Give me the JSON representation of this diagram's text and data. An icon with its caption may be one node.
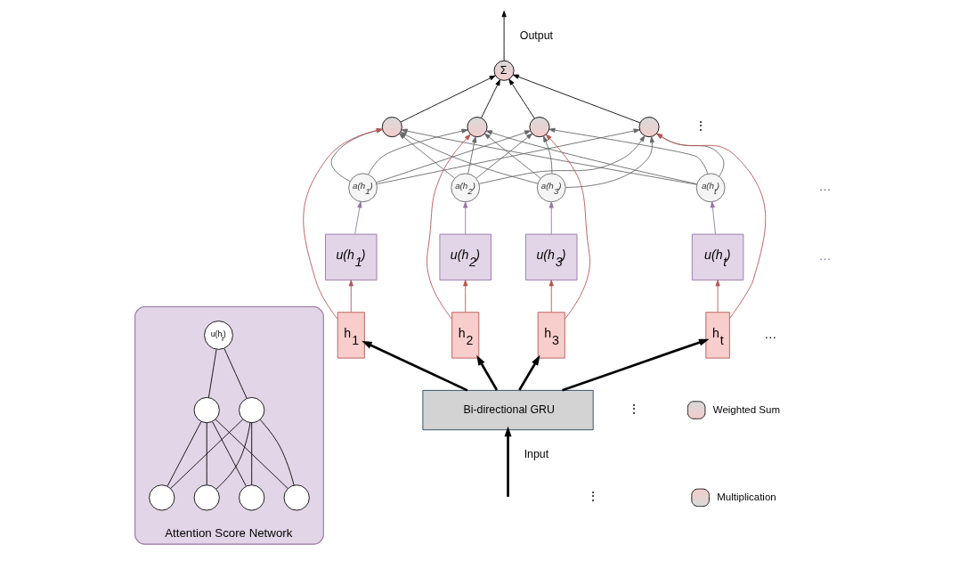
{
  "diagram": {
    "nodes": [
      {
        "text": [
          "Attention Score Network"
        ]
      },
      {
        "text": [],
        "shape": "circle",
        "in": 0
      },
      {
        "text": [],
        "shape": "circle",
        "in": 0
      },
      {
        "text": [],
        "shape": "circle",
        "in": 0
      },
      {
        "text": [],
        "shape": "circle",
        "in": 0
      },
      {
        "text": [],
        "shape": "circle",
        "in": 0
      },
      {
        "text": [],
        "shape": "circle",
        "in": 0
      },
      {
        "text": [
          "u(h$_{i}$)"
        ],
        "in": 0
      },
      {
        "text": [
          "a(h$_{1}$)"
        ]
      },
      {
        "text": [
          "a(h$_{2}$)"
        ]
      },
      {
        "text": [
          "a(h$_{3}$)"
        ]
      },
      {
        "text": [
          "a(h$_{t}$)"
        ]
      },
      {
        "text": [
          "u(h$_{1}$)"
        ]
      },
      {
        "text": [
          "u(h$_{2}$)"
        ]
      },
      {
        "text": [
          "u(h$_{3}$)"
        ]
      },
      {
        "text": [
          "u(h$_{t}$)"
        ]
      },
      {
        "text": [
          "h$_{1}$"
        ]
      },
      {
        "text": [
          "h$_{2}$"
        ]
      },
      {
        "text": [
          "h$_{3}$"
        ]
      },
      {
        "text": [
          "h$_{t}$"
        ]
      },
      {
        "text": [
          "Bi-directional GRU"
        ]
      },
      {
        "text": [],
        "shape": "circle"
      },
      {
        "text": [],
        "shape": "circle"
      },
      {
        "text": [],
        "shape": "circle"
      },
      {
        "text": [],
        "shape": "circle"
      },
      {
        "text": [
          "Σ"
        ]
      }
    ],
    "edges": [
      {
        "from": 1,
        "to": 5,
        "arrow": "none"
      },
      {
        "from": 1,
        "to": 6,
        "arrow": "none"
      },
      {
        "from": 2,
        "to": 5,
        "arrow": "none"
      },
      {
        "from": 2,
        "to": 6,
        "arrow": "none"
      },
      {
        "from": 3,
        "to": 5,
        "arrow": "none"
      },
      {
        "from": 3,
        "to": 6,
        "arrow": "none"
      },
      {
        "from": 4,
        "to": 5,
        "arrow": "none"
      },
      {
        "from": 4,
        "to": 6,
        "arrow": "none"
      },
      {
        "from": 5,
        "to": 7,
        "arrow": "none"
      },
      {
        "from": 6,
        "to": 7,
        "arrow": "none"
      },
      {
        "from": null,
        "to": 20,
        "arrow": "to",
        "label": "Input",
        "style": "thick"
      },
      {
        "from": 20,
        "to": 16,
        "arrow": "to",
        "style": "thick"
      },
      {
        "from": 20,
        "to": 17,
        "arrow": "to",
        "style": "thick"
      },
      {
        "from": 20,
        "to": 18,
        "arrow": "to",
        "style": "thick"
      },
      {
        "from": 20,
        "to": 19,
        "arrow": "to",
        "style": "thick"
      },
      {
        "from": 16,
        "to": 12,
        "arrow": "to",
        "color": "#b85450"
      },
      {
        "from": 16,
        "to": 21,
        "arrow": "to",
        "color": "#b85450"
      },
      {
        "from": 17,
        "to": 13,
        "arrow": "to",
        "color": "#b85450"
      },
      {
        "from": 17,
        "to": 22,
        "arrow": "to",
        "color": "#b85450"
      },
      {
        "from": 18,
        "to": 14,
        "arrow": "to",
        "color": "#b85450"
      },
      {
        "from": 18,
        "to": 23,
        "arrow": "to",
        "color": "#b85450"
      },
      {
        "from": 19,
        "to": 15,
        "arrow": "to",
        "color": "#b85450"
      },
      {
        "from": 19,
        "to": 24,
        "arrow": "to",
        "color": "#b85450"
      },
      {
        "from": 12,
        "to": 8,
        "arrow": "to",
        "color": "#9673a6"
      },
      {
        "from": 13,
        "to": 9,
        "arrow": "to",
        "color": "#9673a6"
      },
      {
        "from": 14,
        "to": 10,
        "arrow": "to",
        "color": "#9673a6"
      },
      {
        "from": 15,
        "to": 11,
        "arrow": "to",
        "color": "#9673a6"
      },
      {
        "from": 8,
        "to": 21,
        "arrow": "to",
        "color": "#666666"
      },
      {
        "from": 8,
        "to": 22,
        "arrow": "to",
        "color": "#666666"
      },
      {
        "from": 8,
        "to": 23,
        "arrow": "to",
        "color": "#666666"
      },
      {
        "from": 8,
        "to": 24,
        "arrow": "to",
        "color": "#666666"
      },
      {
        "from": 9,
        "to": 21,
        "arrow": "to",
        "color": "#666666"
      },
      {
        "from": 9,
        "to": 22,
        "arrow": "to",
        "color": "#666666"
      },
      {
        "from": 9,
        "to": 23,
        "arrow": "to",
        "color": "#666666"
      },
      {
        "from": 9,
        "to": 24,
        "arrow": "to",
        "color": "#666666"
      },
      {
        "from": 10,
        "to": 21,
        "arrow": "to",
        "color": "#666666"
      },
      {
        "from": 10,
        "to": 22,
        "arrow": "to",
        "color": "#666666"
      },
      {
        "from": 10,
        "to": 23,
        "arrow": "to",
        "color": "#666666"
      },
      {
        "from": 10,
        "to": 24,
        "arrow": "to",
        "color": "#666666"
      },
      {
        "from": 11,
        "to": 21,
        "arrow": "to",
        "color": "#666666"
      },
      {
        "from": 11,
        "to": 22,
        "arrow": "to",
        "color": "#666666"
      },
      {
        "from": 11,
        "to": 23,
        "arrow": "to",
        "color": "#666666"
      },
      {
        "from": 11,
        "to": 24,
        "arrow": "to",
        "color": "#666666"
      },
      {
        "from": 21,
        "to": 25,
        "arrow": "to"
      },
      {
        "from": 22,
        "to": 25,
        "arrow": "to"
      },
      {
        "from": 23,
        "to": 25,
        "arrow": "to"
      },
      {
        "from": 24,
        "to": 25,
        "arrow": "to"
      },
      {
        "from": 25,
        "to": null,
        "arrow": "to",
        "label": "Output"
      }
    ],
    "labels": [
      "…",
      "…",
      "⋮",
      "⋮",
      "⋮",
      "…"
    ],
    "legend": [
      {
        "text": "Weighted Sum"
      },
      {
        "text": "Multiplication"
      }
    ]
  }
}
